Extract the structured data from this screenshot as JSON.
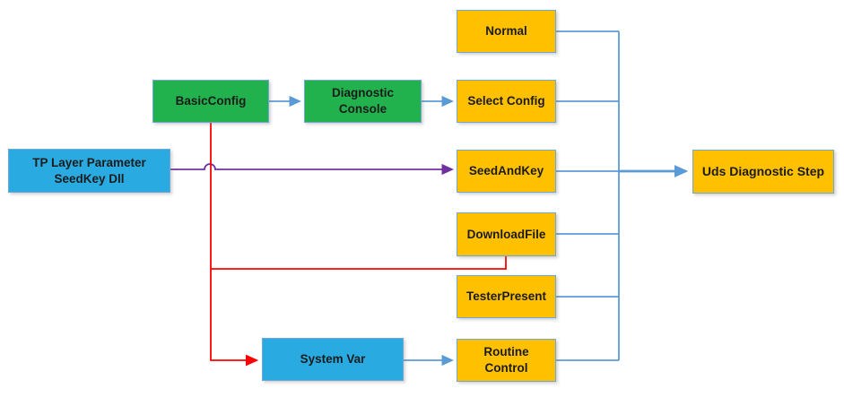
{
  "diagram": {
    "nodes": {
      "normal": {
        "label": "Normal",
        "fill": "yellow"
      },
      "basic_config": {
        "label": "BasicConfig",
        "fill": "green"
      },
      "diagnostic_console": {
        "label": "Diagnostic\nConsole",
        "fill": "green"
      },
      "select_config": {
        "label": "Select Config",
        "fill": "yellow"
      },
      "tp_layer": {
        "label": "TP Layer Parameter\nSeedKey Dll",
        "fill": "blue"
      },
      "seed_and_key": {
        "label": "SeedAndKey",
        "fill": "yellow"
      },
      "uds_step": {
        "label": "Uds Diagnostic Step",
        "fill": "yellow"
      },
      "download_file": {
        "label": "DownloadFile",
        "fill": "yellow"
      },
      "tester_present": {
        "label": "TesterPresent",
        "fill": "yellow"
      },
      "system_var": {
        "label": "System Var",
        "fill": "blue"
      },
      "routine_control": {
        "label": "Routine\nControl",
        "fill": "yellow"
      }
    },
    "connectors": [
      {
        "from": "BasicConfig",
        "to": "Diagnostic Console",
        "color": "blue",
        "arrow": true
      },
      {
        "from": "Diagnostic Console",
        "to": "Select Config",
        "color": "blue",
        "arrow": true
      },
      {
        "from": "TP Layer Parameter SeedKey Dll",
        "to": "SeedAndKey",
        "color": "purple",
        "arrow": true,
        "note": "hops over red line"
      },
      {
        "from": "BasicConfig",
        "to": "System Var",
        "color": "red",
        "arrow": true
      },
      {
        "from": "BasicConfig",
        "to": "DownloadFile",
        "color": "red",
        "arrow": false
      },
      {
        "from": "System Var",
        "to": "Routine Control",
        "color": "blue",
        "arrow": true
      },
      {
        "from": "Normal",
        "to": "collector",
        "color": "blue",
        "arrow": false
      },
      {
        "from": "Select Config",
        "to": "collector",
        "color": "blue",
        "arrow": false
      },
      {
        "from": "SeedAndKey",
        "to": "collector",
        "color": "blue",
        "arrow": false
      },
      {
        "from": "DownloadFile",
        "to": "collector",
        "color": "blue",
        "arrow": false
      },
      {
        "from": "TesterPresent",
        "to": "collector",
        "color": "blue",
        "arrow": false
      },
      {
        "from": "Routine Control",
        "to": "collector",
        "color": "blue",
        "arrow": false
      },
      {
        "from": "collector",
        "to": "Uds Diagnostic Step",
        "color": "blue",
        "arrow": true
      }
    ],
    "colors": {
      "node_green": "#21b24d",
      "node_yellow": "#ffc000",
      "node_blue": "#29abe2",
      "line_blue": "#5b9bd5",
      "line_red": "#ff0000",
      "line_purple": "#7030a0",
      "border": "#71a6d9",
      "text": "#1b1b1b"
    }
  }
}
